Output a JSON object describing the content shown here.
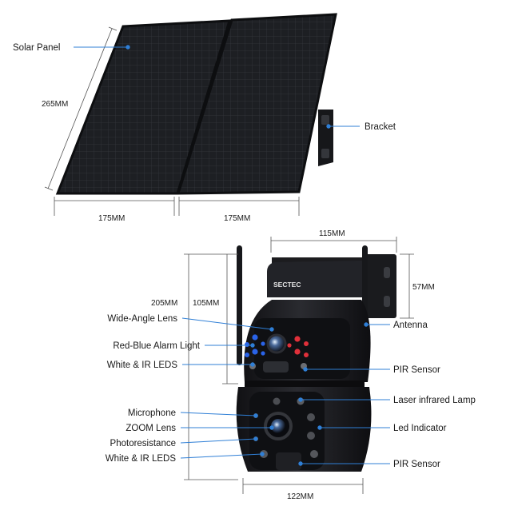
{
  "solar": {
    "labels": {
      "panel": "Solar Panel",
      "bracket": "Bracket"
    },
    "dims": {
      "height": "265MM",
      "width_left": "175MM",
      "width_right": "175MM"
    }
  },
  "camera": {
    "brand": "SECTEC",
    "dims": {
      "top_width": "115MM",
      "total_height": "205MM",
      "upper_height": "105MM",
      "bracket_height": "57MM",
      "base_width": "122MM"
    },
    "labels_left": [
      "Wide-Angle Lens",
      "Red-Blue Alarm Light",
      "White & IR LEDS",
      "Microphone",
      "ZOOM Lens",
      "Photoresistance",
      "White & IR LEDS"
    ],
    "labels_right": [
      "Antenna",
      "PIR Sensor",
      "Laser infrared Lamp",
      "Led Indicator",
      "PIR Sensor"
    ]
  },
  "colors": {
    "callout": "#2f7fd6",
    "product": "#1c1c1f",
    "alarm_red": "#e0303a",
    "alarm_blue": "#2a63e8"
  }
}
